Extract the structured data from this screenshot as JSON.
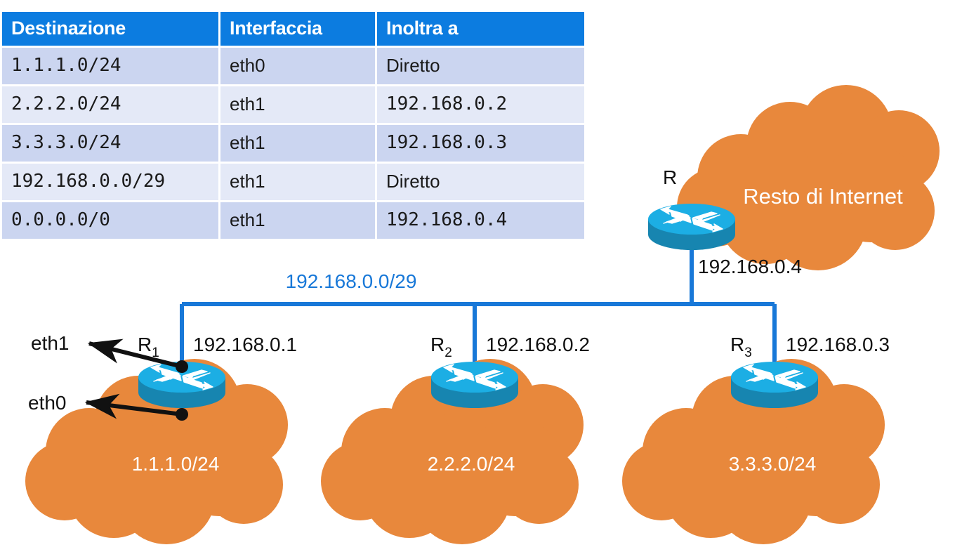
{
  "routing_table": {
    "headers": [
      "Destinazione",
      "Interfaccia",
      "Inoltra a"
    ],
    "rows": [
      {
        "destination": "1.1.1.0/24",
        "interface": "eth0",
        "forward_to": "Diretto",
        "forward_mono": false
      },
      {
        "destination": "2.2.2.0/24",
        "interface": "eth1",
        "forward_to": "192.168.0.2",
        "forward_mono": true
      },
      {
        "destination": "3.3.3.0/24",
        "interface": "eth1",
        "forward_to": "192.168.0.3",
        "forward_mono": true
      },
      {
        "destination": "192.168.0.0/29",
        "interface": "eth1",
        "forward_to": "Diretto",
        "forward_mono": false
      },
      {
        "destination": "0.0.0.0/0",
        "interface": "eth1",
        "forward_to": "192.168.0.4",
        "forward_mono": true
      }
    ]
  },
  "diagram": {
    "subnet_label": "192.168.0.0/29",
    "internet_cloud": {
      "label": "Resto di Internet"
    },
    "border_router": {
      "name": "R",
      "ip": "192.168.0.4"
    },
    "routers": [
      {
        "name": "R",
        "subscript": "1",
        "ip": "192.168.0.1",
        "cloud_label": "1.1.1.0/24"
      },
      {
        "name": "R",
        "subscript": "2",
        "ip": "192.168.0.2",
        "cloud_label": "2.2.2.0/24"
      },
      {
        "name": "R",
        "subscript": "3",
        "ip": "192.168.0.3",
        "cloud_label": "3.3.3.0/24"
      }
    ],
    "interface_callouts": [
      {
        "label": "eth1"
      },
      {
        "label": "eth0"
      }
    ]
  },
  "colors": {
    "header_blue": "#0C7CE0",
    "row_dark": "#CBD5F0",
    "row_light": "#E4E9F7",
    "link_blue": "#1878D8",
    "cloud_orange": "#E8883C",
    "router_top": "#1CAEE4",
    "router_body": "#1785B0"
  }
}
